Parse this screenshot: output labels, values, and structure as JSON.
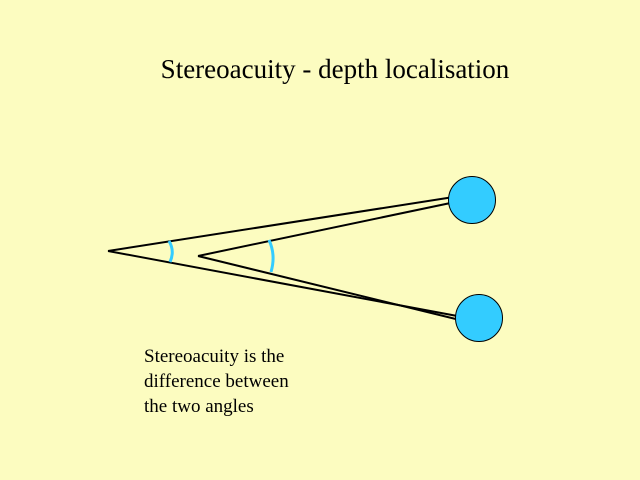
{
  "slide": {
    "title": "Stereoacuity - depth localisation",
    "background": "#fcfcc0"
  },
  "diagram": {
    "eye_color": "#33ccff",
    "arc_color": "#33ccff",
    "line_color": "#000000"
  },
  "caption": {
    "lines": [
      "Stereoacuity is the",
      "difference between",
      "the two angles"
    ]
  }
}
